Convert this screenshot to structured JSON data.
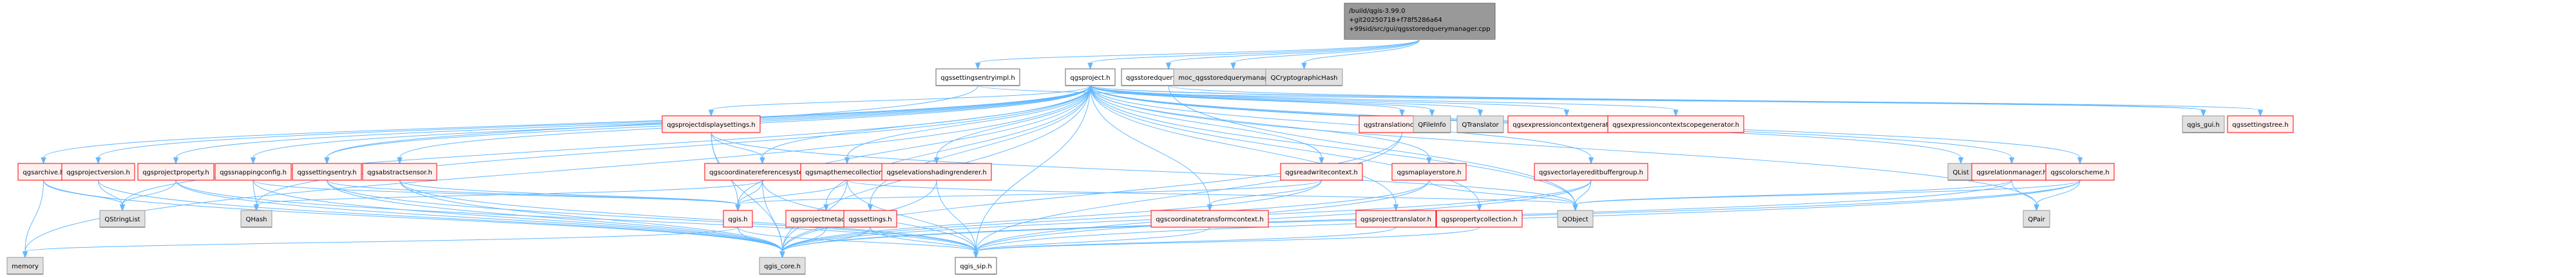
{
  "graph_title": "Include dependency graph for qgsstoredquerymanager.cpp",
  "colors": {
    "root_fill": "#999999",
    "root_stroke": "#666666",
    "plain_fill": "#ffffff",
    "plain_stroke": "#666666",
    "external_fill": "#e0e0e0",
    "external_stroke": "#999999",
    "incomplete_fill": "#fff0f0",
    "incomplete_stroke": "#ff0000",
    "edge": "#63b8ff"
  },
  "nodes": [
    {
      "id": "root",
      "label": [
        "/build/qgis-3.99.0",
        "+git20250718+f78f5286a64",
        "+99sid/src/gui/qgsstoredquerymanager.cpp"
      ],
      "kind": "root"
    },
    {
      "id": "qgssettingsentryimpl",
      "label": [
        "qgssettingsentryimpl.h"
      ],
      "kind": "plain"
    },
    {
      "id": "qgsproject",
      "label": [
        "qgsproject.h"
      ],
      "kind": "plain"
    },
    {
      "id": "qgsstoredquerymanager",
      "label": [
        "qgsstoredquerymanager.h"
      ],
      "kind": "plain"
    },
    {
      "id": "moc",
      "label": [
        "moc_qgsstoredquerymanager.cpp"
      ],
      "kind": "external"
    },
    {
      "id": "qcryptographichash",
      "label": [
        "QCryptographicHash"
      ],
      "kind": "external"
    },
    {
      "id": "qgsprojectdisplaysettings",
      "label": [
        "qgsprojectdisplaysettings.h"
      ],
      "kind": "incomplete"
    },
    {
      "id": "qgstranslationcontext",
      "label": [
        "qgstranslationcontext.h"
      ],
      "kind": "incomplete"
    },
    {
      "id": "qfileinfo",
      "label": [
        "QFileInfo"
      ],
      "kind": "external"
    },
    {
      "id": "qtranslator",
      "label": [
        "QTranslator"
      ],
      "kind": "external"
    },
    {
      "id": "qgsexpressioncontextgenerator",
      "label": [
        "qgsexpressioncontextgenerator.h"
      ],
      "kind": "incomplete"
    },
    {
      "id": "qgsexpressioncontextscopegenerator",
      "label": [
        "qgsexpressioncontextscopegenerator.h"
      ],
      "kind": "incomplete"
    },
    {
      "id": "qgis_gui",
      "label": [
        "qgis_gui.h"
      ],
      "kind": "external"
    },
    {
      "id": "qgssettingstree",
      "label": [
        "qgssettingstree.h"
      ],
      "kind": "incomplete"
    },
    {
      "id": "qgsarchive",
      "label": [
        "qgsarchive.h"
      ],
      "kind": "incomplete"
    },
    {
      "id": "qgsprojectversion",
      "label": [
        "qgsprojectversion.h"
      ],
      "kind": "incomplete"
    },
    {
      "id": "qgsprojectproperty",
      "label": [
        "qgsprojectproperty.h"
      ],
      "kind": "incomplete"
    },
    {
      "id": "qgssnappingconfig",
      "label": [
        "qgssnappingconfig.h"
      ],
      "kind": "incomplete"
    },
    {
      "id": "qgssettingsentry",
      "label": [
        "qgssettingsentry.h"
      ],
      "kind": "incomplete"
    },
    {
      "id": "qgsabstractsensor",
      "label": [
        "qgsabstractsensor.h"
      ],
      "kind": "incomplete"
    },
    {
      "id": "qgscoordinatereferencesystem",
      "label": [
        "qgscoordinatereferencesystem.h"
      ],
      "kind": "incomplete"
    },
    {
      "id": "qgsmapthemecollection",
      "label": [
        "qgsmapthemecollection.h"
      ],
      "kind": "incomplete"
    },
    {
      "id": "qgselevationshadingrenderer",
      "label": [
        "qgselevationshadingrenderer.h"
      ],
      "kind": "incomplete"
    },
    {
      "id": "qgsreadwritecontext",
      "label": [
        "qgsreadwritecontext.h"
      ],
      "kind": "incomplete"
    },
    {
      "id": "qgsmaplayerstore",
      "label": [
        "qgsmaplayerstore.h"
      ],
      "kind": "incomplete"
    },
    {
      "id": "qgsvectorlayereditbuffergroup",
      "label": [
        "qgsvectorlayereditbuffergroup.h"
      ],
      "kind": "incomplete"
    },
    {
      "id": "qlist",
      "label": [
        "QList"
      ],
      "kind": "external"
    },
    {
      "id": "qgsrelationmanager",
      "label": [
        "qgsrelationmanager.h"
      ],
      "kind": "incomplete"
    },
    {
      "id": "qgscolorscheme",
      "label": [
        "qgscolorscheme.h"
      ],
      "kind": "incomplete"
    },
    {
      "id": "qstringlist",
      "label": [
        "QStringList"
      ],
      "kind": "external"
    },
    {
      "id": "qhash",
      "label": [
        "QHash"
      ],
      "kind": "external"
    },
    {
      "id": "qgis",
      "label": [
        "qgis.h"
      ],
      "kind": "incomplete"
    },
    {
      "id": "qgsprojectmetadata",
      "label": [
        "qgsprojectmetadata.h"
      ],
      "kind": "incomplete"
    },
    {
      "id": "qgssettings",
      "label": [
        "qgssettings.h"
      ],
      "kind": "incomplete"
    },
    {
      "id": "qgscoordinatetransformcontext",
      "label": [
        "qgscoordinatetransformcontext.h"
      ],
      "kind": "incomplete"
    },
    {
      "id": "qgsprojecttranslator",
      "label": [
        "qgsprojecttranslator.h"
      ],
      "kind": "incomplete"
    },
    {
      "id": "qgspropertycollection",
      "label": [
        "qgspropertycollection.h"
      ],
      "kind": "incomplete"
    },
    {
      "id": "qobject",
      "label": [
        "QObject"
      ],
      "kind": "external"
    },
    {
      "id": "qpair",
      "label": [
        "QPair"
      ],
      "kind": "external"
    },
    {
      "id": "memory",
      "label": [
        "memory"
      ],
      "kind": "external"
    },
    {
      "id": "qgis_core",
      "label": [
        "qgis_core.h"
      ],
      "kind": "external"
    },
    {
      "id": "qgis_sip",
      "label": [
        "qgis_sip.h"
      ],
      "kind": "plain"
    }
  ],
  "edges": [
    [
      "root",
      "qgssettingsentryimpl"
    ],
    [
      "root",
      "qgsproject"
    ],
    [
      "root",
      "qgsstoredquerymanager"
    ],
    [
      "root",
      "moc"
    ],
    [
      "root",
      "qcryptographichash"
    ],
    [
      "qgsproject",
      "qgsprojectdisplaysettings"
    ],
    [
      "qgsproject",
      "qgstranslationcontext"
    ],
    [
      "qgsproject",
      "qfileinfo"
    ],
    [
      "qgsproject",
      "qtranslator"
    ],
    [
      "qgsproject",
      "qgsexpressioncontextgenerator"
    ],
    [
      "qgsproject",
      "qgsexpressioncontextscopegenerator"
    ],
    [
      "qgsproject",
      "qgis_gui"
    ],
    [
      "qgsproject",
      "qgssettingstree"
    ],
    [
      "qgsproject",
      "qgsarchive"
    ],
    [
      "qgsproject",
      "qgsprojectversion"
    ],
    [
      "qgsproject",
      "qgsprojectproperty"
    ],
    [
      "qgsproject",
      "qgssnappingconfig"
    ],
    [
      "qgsproject",
      "qgssettingsentry"
    ],
    [
      "qgsproject",
      "qgsabstractsensor"
    ],
    [
      "qgsproject",
      "qgscoordinatereferencesystem"
    ],
    [
      "qgsproject",
      "qgsmapthemecollection"
    ],
    [
      "qgsproject",
      "qgselevationshadingrenderer"
    ],
    [
      "qgsproject",
      "qgsreadwritecontext"
    ],
    [
      "qgsproject",
      "qgsmaplayerstore"
    ],
    [
      "qgsproject",
      "qgsvectorlayereditbuffergroup"
    ],
    [
      "qgsproject",
      "qlist"
    ],
    [
      "qgsproject",
      "qgsrelationmanager"
    ],
    [
      "qgsproject",
      "qgscolorscheme"
    ],
    [
      "qgsproject",
      "qstringlist"
    ],
    [
      "qgsproject",
      "qhash"
    ],
    [
      "qgsproject",
      "qgis"
    ],
    [
      "qgsproject",
      "qgsprojectmetadata"
    ],
    [
      "qgsproject",
      "qgssettings"
    ],
    [
      "qgsproject",
      "qgscoordinatetransformcontext"
    ],
    [
      "qgsproject",
      "qgsprojecttranslator"
    ],
    [
      "qgsproject",
      "qgspropertycollection"
    ],
    [
      "qgsproject",
      "qobject"
    ],
    [
      "qgsproject",
      "qpair"
    ],
    [
      "qgsproject",
      "memory"
    ],
    [
      "qgsproject",
      "qgis_core"
    ],
    [
      "qgsproject",
      "qgis_sip"
    ],
    [
      "qgsstoredquerymanager",
      "qgis_gui"
    ],
    [
      "qgsstoredquerymanager",
      "qobject"
    ],
    [
      "qgssettingsentryimpl",
      "qgssettingsentry"
    ],
    [
      "qgssettingsentryimpl",
      "qgis_gui"
    ],
    [
      "qgsprojectdisplaysettings",
      "qgscoordinatereferencesystem"
    ],
    [
      "qgsprojectdisplaysettings",
      "qgis"
    ],
    [
      "qgsprojectdisplaysettings",
      "qgis_core"
    ],
    [
      "qgsprojectdisplaysettings",
      "qobject"
    ],
    [
      "qgstranslationcontext",
      "qgis_core"
    ],
    [
      "qgstranslationcontext",
      "qgis_sip"
    ],
    [
      "qgsarchive",
      "memory"
    ],
    [
      "qgsarchive",
      "qstringlist"
    ],
    [
      "qgsarchive",
      "qgis_core"
    ],
    [
      "qgsprojectversion",
      "qstringlist"
    ],
    [
      "qgsprojectversion",
      "qgis_core"
    ],
    [
      "qgsprojectproperty",
      "qstringlist"
    ],
    [
      "qgsprojectproperty",
      "qgis_core"
    ],
    [
      "qgsprojectproperty",
      "qgis_sip"
    ],
    [
      "qgssnappingconfig",
      "qhash"
    ],
    [
      "qgssnappingconfig",
      "qgis_core"
    ],
    [
      "qgssnappingconfig",
      "qgis"
    ],
    [
      "qgssettingsentry",
      "qgis"
    ],
    [
      "qgssettingsentry",
      "qgis_core"
    ],
    [
      "qgssettingsentry",
      "qgis_sip"
    ],
    [
      "qgsabstractsensor",
      "qgis"
    ],
    [
      "qgsabstractsensor",
      "qgis_core"
    ],
    [
      "qgsabstractsensor",
      "qgis_sip"
    ],
    [
      "qgscoordinatereferencesystem",
      "qgis"
    ],
    [
      "qgscoordinatereferencesystem",
      "qgis_core"
    ],
    [
      "qgscoordinatereferencesystem",
      "qgis_sip"
    ],
    [
      "qgscoordinatereferencesystem",
      "qhash"
    ],
    [
      "qgsmapthemecollection",
      "qgis"
    ],
    [
      "qgsmapthemecollection",
      "qgis_core"
    ],
    [
      "qgsmapthemecollection",
      "qgis_sip"
    ],
    [
      "qgsmapthemecollection",
      "qobject"
    ],
    [
      "qgselevationshadingrenderer",
      "qgis_core"
    ],
    [
      "qgselevationshadingrenderer",
      "qgis_sip"
    ],
    [
      "qgsreadwritecontext",
      "qgis"
    ],
    [
      "qgsreadwritecontext",
      "qgscoordinatetransformcontext"
    ],
    [
      "qgsreadwritecontext",
      "qgis_core"
    ],
    [
      "qgsmaplayerstore",
      "qgis_core"
    ],
    [
      "qgsmaplayerstore",
      "qobject"
    ],
    [
      "qgsmaplayerstore",
      "qgis_sip"
    ],
    [
      "qgsvectorlayereditbuffergroup",
      "qgis_core"
    ],
    [
      "qgsvectorlayereditbuffergroup",
      "qobject"
    ],
    [
      "qgsvectorlayereditbuffergroup",
      "qgis_sip"
    ],
    [
      "qgsrelationmanager",
      "qgis_core"
    ],
    [
      "qgsrelationmanager",
      "qpair"
    ],
    [
      "qgsrelationmanager",
      "qobject"
    ],
    [
      "qgscolorscheme",
      "qgis_core"
    ],
    [
      "qgscolorscheme",
      "qpair"
    ],
    [
      "qgscolorscheme",
      "qobject"
    ],
    [
      "qgscolorscheme",
      "qgis_sip"
    ],
    [
      "qgis",
      "memory"
    ],
    [
      "qgis",
      "qgis_core"
    ],
    [
      "qgis",
      "qgis_sip"
    ],
    [
      "qgsprojectmetadata",
      "qgis_core"
    ],
    [
      "qgssettings",
      "qgis_core"
    ],
    [
      "qgssettings",
      "qgis_sip"
    ],
    [
      "qgscoordinatetransformcontext",
      "qgis_sip"
    ],
    [
      "qgsprojecttranslator",
      "qgis_sip"
    ],
    [
      "qgspropertycollection",
      "qgis_sip"
    ]
  ]
}
